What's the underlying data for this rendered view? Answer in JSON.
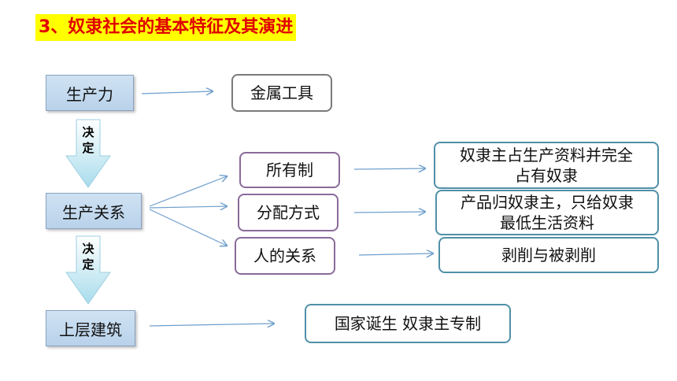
{
  "title": "3、奴隶社会的基本特征及其演进",
  "nodes": {
    "productivity": "生产力",
    "metal_tools": "金属工具",
    "relations": "生产关系",
    "superstructure": "上层建筑",
    "ownership": "所有制",
    "distribution": "分配方式",
    "human_relations": "人的关系",
    "ownership_result": "奴隶主占生产资料并完全\n占有奴隶",
    "distribution_result": "产品归奴隶主，只给奴隶\n最低生活资料",
    "human_relations_result": "剥削与被剥削",
    "superstructure_result": "国家诞生  奴隶主专制"
  },
  "decide_arrows": [
    {
      "label": "决\n定"
    },
    {
      "label": "决\n定"
    }
  ],
  "colors": {
    "title_text": "#e00000",
    "title_highlight": "#ffff00",
    "left_box_fill": "#c7dcf0",
    "arrow_fill": "#b7e3ef",
    "connector": "#6f9fcc"
  }
}
